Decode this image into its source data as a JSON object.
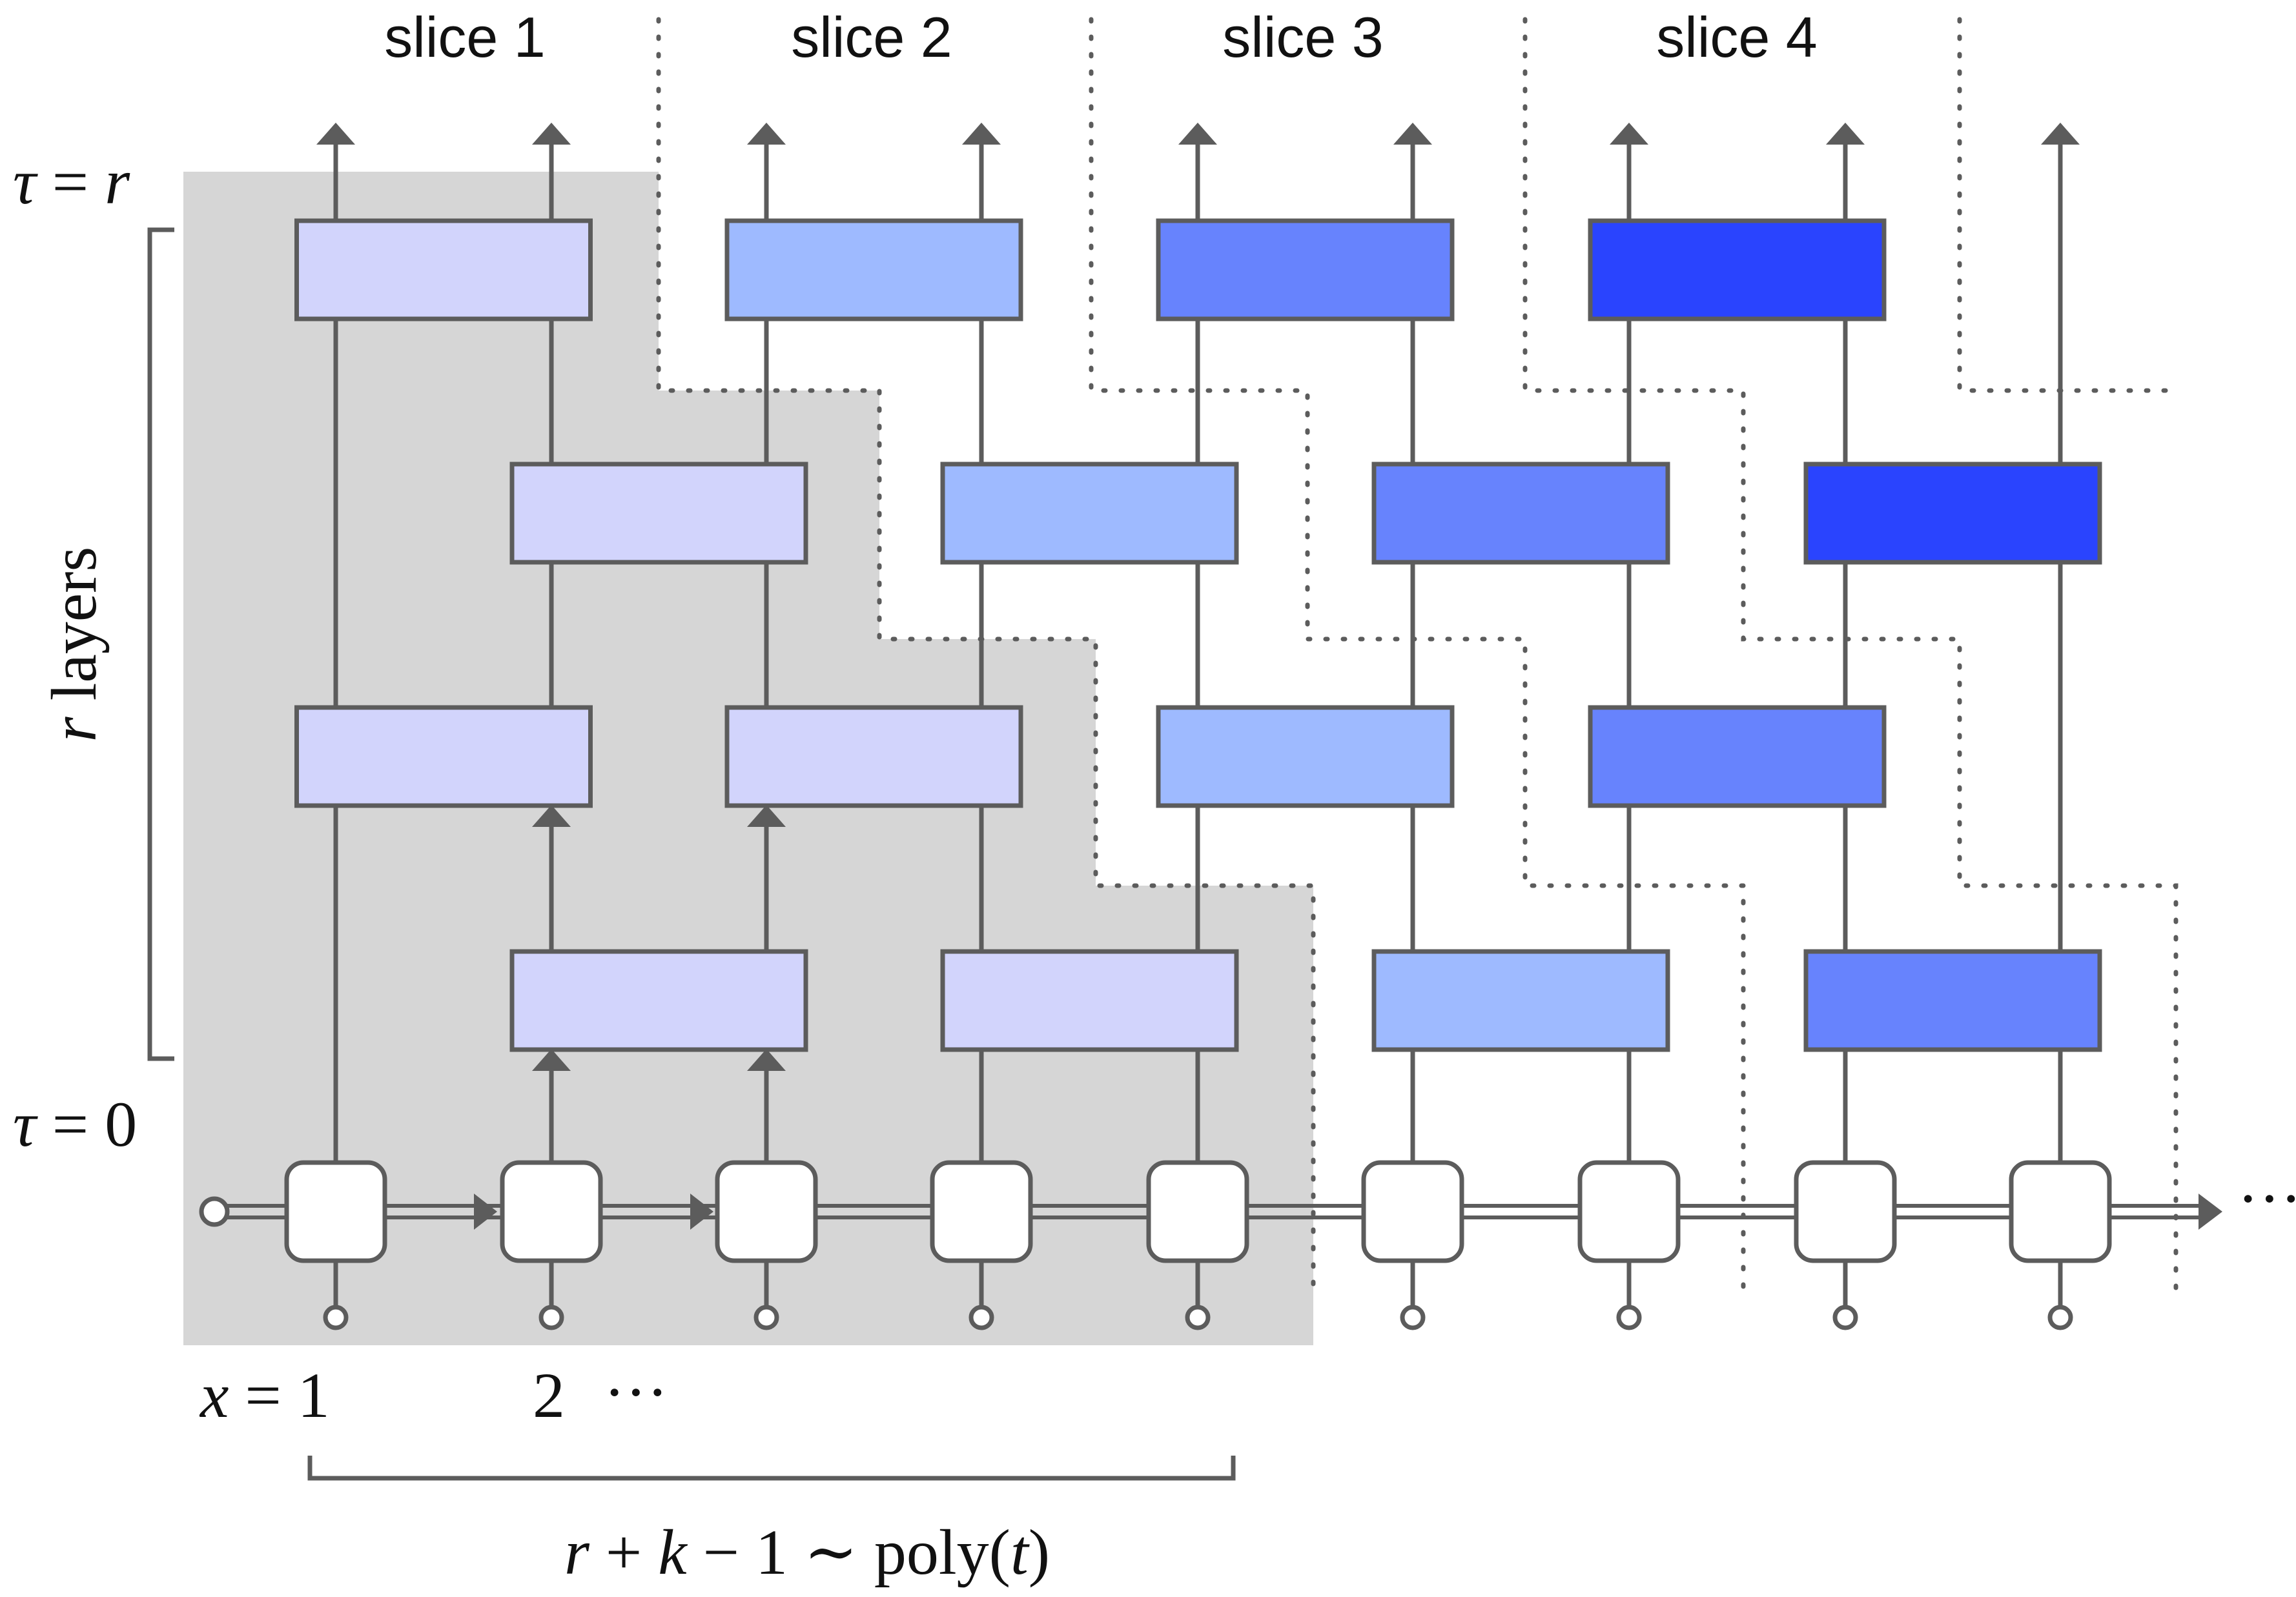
{
  "slices": {
    "labels": [
      "slice 1",
      "slice 2",
      "slice 3",
      "slice 4"
    ]
  },
  "axis_labels": {
    "tau_top": {
      "prefix": "τ",
      "eq": " = ",
      "var": "r"
    },
    "tau_bottom": {
      "prefix": "τ",
      "eq": " = ",
      "num": "0"
    },
    "layers": {
      "var": "r",
      "rest": " layers"
    },
    "x_label": {
      "var": "x",
      "eq": " = ",
      "num": "1"
    },
    "x_next": "2",
    "x_dots": "···",
    "chain_dots": "···",
    "bracket_label": {
      "r": "r",
      "plus": " + ",
      "k": "k",
      "minus": " − 1 ∼ poly(",
      "t": "t",
      "close": ")"
    }
  },
  "colors": {
    "level_1": "#d2d4fc",
    "level_2": "#9ebaff",
    "level_3": "#6783fd",
    "level_4": "#2a44fe",
    "shaded_region": "#d6d6d6",
    "stroke": "#5c5c5c"
  },
  "gates": [
    {
      "layer": 4,
      "level": 1
    },
    {
      "layer": 4,
      "level": 2
    },
    {
      "layer": 4,
      "level": 3
    },
    {
      "layer": 4,
      "level": 4
    },
    {
      "layer": 3,
      "level": 1
    },
    {
      "layer": 3,
      "level": 2
    },
    {
      "layer": 3,
      "level": 3
    },
    {
      "layer": 3,
      "level": 4
    },
    {
      "layer": 2,
      "level": 1
    },
    {
      "layer": 2,
      "level": 1
    },
    {
      "layer": 2,
      "level": 2
    },
    {
      "layer": 2,
      "level": 3
    },
    {
      "layer": 1,
      "level": 1
    },
    {
      "layer": 1,
      "level": 1
    },
    {
      "layer": 1,
      "level": 2
    },
    {
      "layer": 1,
      "level": 3
    }
  ]
}
